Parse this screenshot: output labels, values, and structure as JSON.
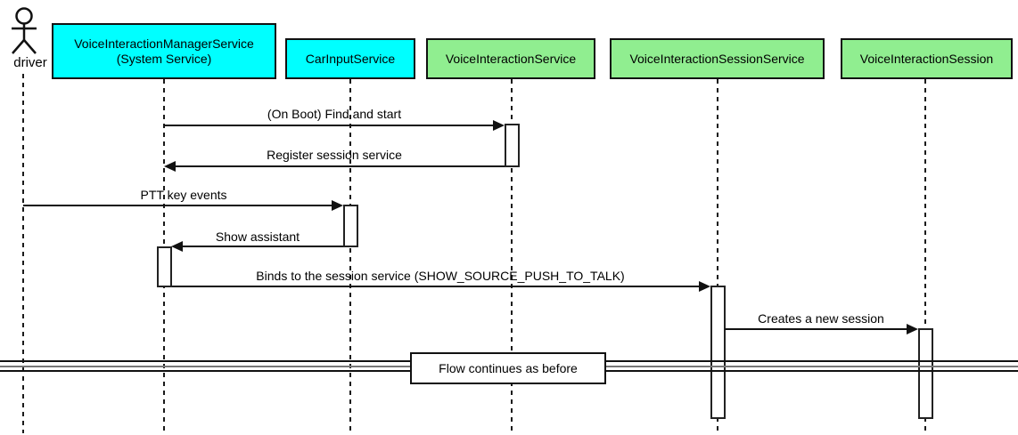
{
  "actor": {
    "label": "driver"
  },
  "participants": [
    {
      "label": "VoiceInteractionManagerService\n(System Service)",
      "color": "#00FFFF"
    },
    {
      "label": "CarInputService",
      "color": "#00FFFF"
    },
    {
      "label": "VoiceInteractionService",
      "color": "#90EE90"
    },
    {
      "label": "VoiceInteractionSessionService",
      "color": "#90EE90"
    },
    {
      "label": "VoiceInteractionSession",
      "color": "#90EE90"
    }
  ],
  "messages": [
    {
      "label": "(On Boot) Find and start",
      "from": "VoiceInteractionManagerService",
      "to": "VoiceInteractionService"
    },
    {
      "label": "Register session service",
      "from": "VoiceInteractionService",
      "to": "VoiceInteractionManagerService"
    },
    {
      "label": "PTT key events",
      "from": "driver",
      "to": "CarInputService"
    },
    {
      "label": "Show assistant",
      "from": "CarInputService",
      "to": "VoiceInteractionManagerService"
    },
    {
      "label": "Binds to the session service (SHOW_SOURCE_PUSH_TO_TALK)",
      "from": "VoiceInteractionManagerService",
      "to": "VoiceInteractionSessionService"
    },
    {
      "label": "Creates a new session",
      "from": "VoiceInteractionSessionService",
      "to": "VoiceInteractionSession"
    }
  ],
  "divider": {
    "label": "Flow continues as before"
  },
  "colors": {
    "participant_cyan": "#00FFFF",
    "participant_green": "#90EE90",
    "line": "#111111",
    "background": "#FFFFFF"
  }
}
